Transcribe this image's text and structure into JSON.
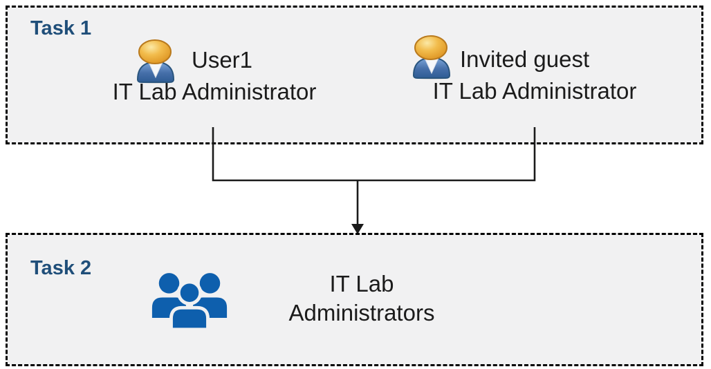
{
  "diagram": {
    "task1": {
      "label": "Task 1",
      "entries": [
        {
          "name": "User1",
          "role": "IT Lab Administrator",
          "icon": "single-user-icon"
        },
        {
          "name": "Invited guest",
          "role": "IT Lab Administrator",
          "icon": "single-user-icon"
        }
      ]
    },
    "task2": {
      "label": "Task 2",
      "group": {
        "name": "IT Lab Administrators",
        "icon": "user-group-icon"
      }
    },
    "connector": {
      "type": "merge-arrow",
      "description": "lines from both Task 1 users merge and point down to the Task 2 group"
    }
  },
  "colors": {
    "task_label": "#1F4E79",
    "box_background": "#F1F1F2",
    "box_border": "#000000",
    "text": "#1B1B1B",
    "group_icon_blue": "#0E5FAD",
    "connector": "#1A1A1A",
    "user_icon_head": "#EAA838",
    "user_icon_body": "#3E6FAC"
  }
}
